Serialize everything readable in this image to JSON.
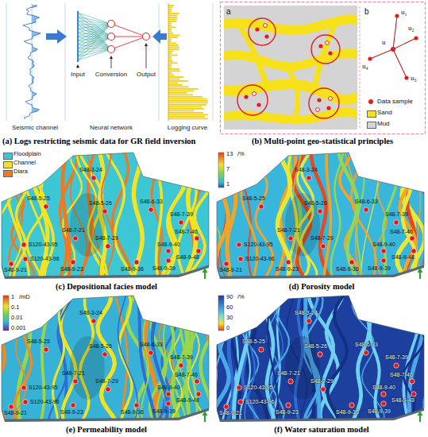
{
  "diagram": {
    "labels": [
      "Seismic channel",
      "Neural network",
      "Logging curve",
      "Input",
      "Conversion",
      "Output",
      "(a) Logs restricting seismic data for GR field inversion",
      "a",
      "b",
      "u₁",
      "u₂",
      "u₃",
      "u₄",
      "u",
      "(b) Multi-point geo-statistical principles",
      "(c) Depositional facies model",
      "13",
      "/%",
      "7",
      "1",
      "(d) Porosity model",
      "1",
      "/mD",
      "0.1",
      "0.01",
      "0.001",
      "(e) Permeability model",
      "90",
      "/%",
      "60",
      "30",
      "0",
      "(f) Water saturation model",
      "S48-3-24",
      "S48-5-25",
      "S48-5-26",
      "S48-6-33",
      "S48-7-39",
      "S48-7-46",
      "S120-43-95",
      "S120-43-96",
      "S48-7-21",
      "S48-7-29",
      "S48-9-40",
      "S48-9-48",
      "S48-9-21",
      "S48-9-23",
      "S48-9-36",
      "S48-9-39",
      "S48-3-24",
      "S48-5-25",
      "S48-5-26",
      "S48-6-33",
      "S48-7-39",
      "S48-7-46",
      "S120-43-95",
      "S120-43-96",
      "S48-7-21",
      "S48-7-29",
      "S48-9-40",
      "S48-9-48",
      "S48-9-21",
      "S48-9-23",
      "S48-9-36",
      "S48-9-39",
      "S48-3-24",
      "S48-5-25",
      "S48-5-26",
      "S48-6-33",
      "S48-7-39",
      "S48-7-46",
      "S120-43-95",
      "S120-43-96",
      "S48-7-21",
      "S48-7-29",
      "S48-9-40",
      "S48-9-48",
      "S48-9-21",
      "S48-9-23",
      "S48-9-36",
      "S48-9-39",
      "S48-3-24",
      "S48-5-25",
      "S48-5-26",
      "S48-6-33",
      "S48-7-39",
      "S48-7-46",
      "S120-43-95",
      "S120-43-96",
      "S48-7-21",
      "S48-7-29",
      "S48-9-40",
      "S48-9-48",
      "S48-9-21",
      "S48-9-23",
      "S48-9-36",
      "S48-9-39"
    ],
    "legend": [
      {
        "text": "Data sample"
      },
      {
        "text": "Sand",
        "color": "#f7e11b"
      },
      {
        "text": "Mud",
        "color": "#d4d4d4"
      },
      {
        "text": "Floodplain",
        "color": "#3dc6d4"
      },
      {
        "text": "Channel",
        "color": "#f4e325"
      },
      {
        "text": "Diara",
        "color": "#f07820"
      }
    ]
  }
}
